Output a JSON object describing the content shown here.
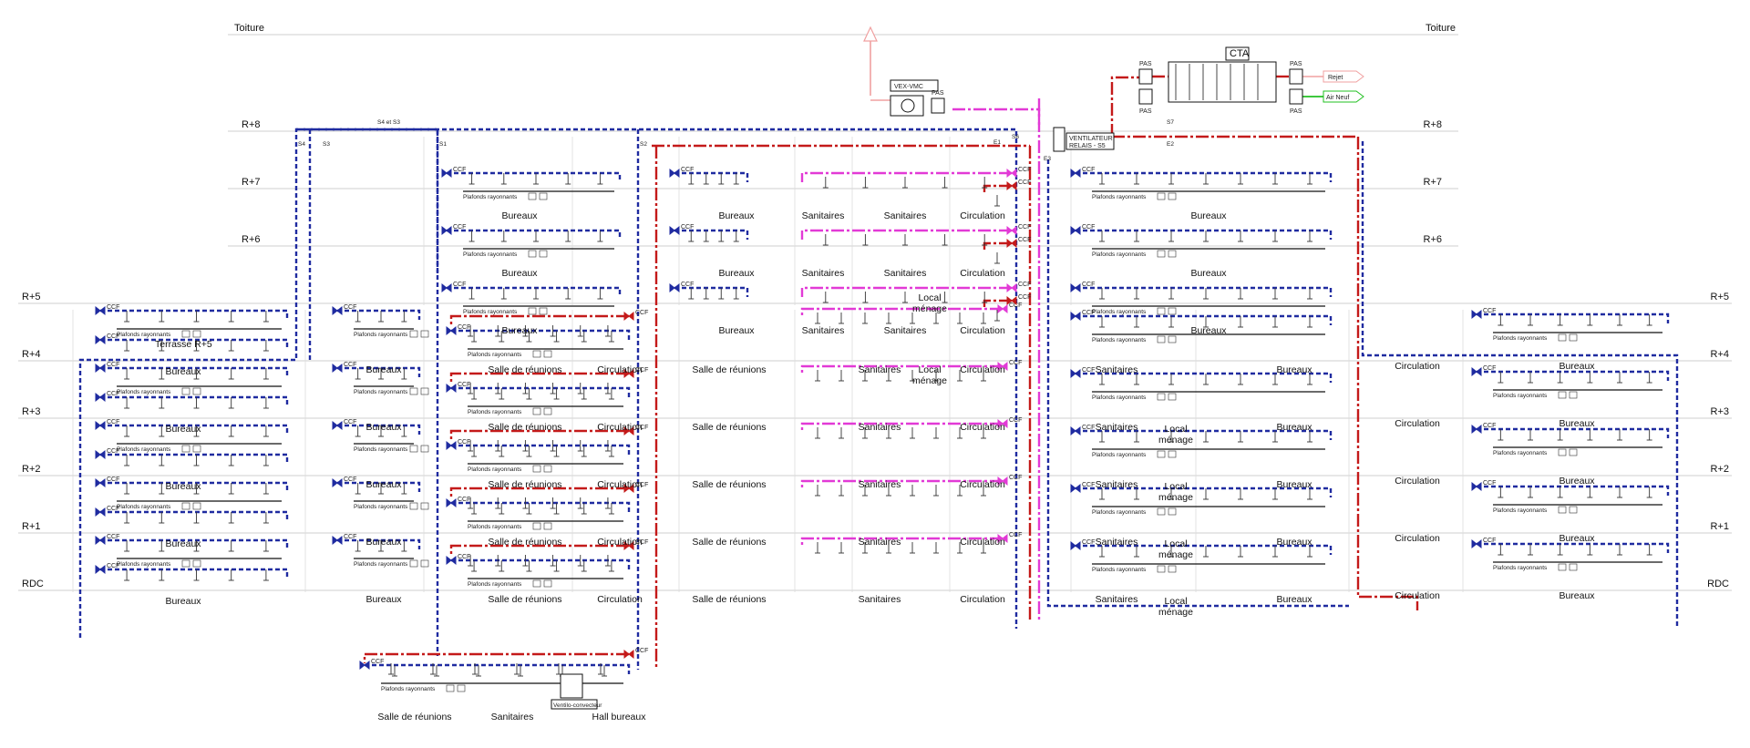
{
  "levels": [
    "Toiture",
    "R+8",
    "R+7",
    "R+6",
    "R+5",
    "R+4",
    "R+3",
    "R+2",
    "R+1",
    "RDC"
  ],
  "terrace_label": "Terrasse R+5",
  "ceiling_label": "Plafonds rayonnants",
  "valve_label": "CCF",
  "equipment": {
    "cta": "CTA",
    "vex": "VEX-VMC",
    "pas": "PAS",
    "fan_line1": "VENTILATEUR",
    "fan_line2": "RELAIS - S5",
    "rejet": "Rejet",
    "air_neuf": "Air Neuf",
    "ventilo": "Ventilo-convecteur"
  },
  "risers": {
    "s4s3": "S4 et S3",
    "s4": "S4",
    "s3": "S3",
    "s1": "S1",
    "s2": "S2",
    "e1": "E1",
    "s6": "S6",
    "s7": "S7",
    "e2": "E2",
    "e3": "E3"
  },
  "rooms": {
    "bureaux": "Bureaux",
    "salle": "Salle de réunions",
    "circulation": "Circulation",
    "sanitaires": "Sanitaires",
    "local": "Local",
    "menage": "ménage",
    "hall": "Hall bureaux"
  },
  "colors": {
    "chilled_water": "#1f2ba0",
    "hot_water": "#c41a1a",
    "air_supply": "#e23ad6",
    "exhaust": "#f0a0a0",
    "fresh_air": "#22c022"
  }
}
